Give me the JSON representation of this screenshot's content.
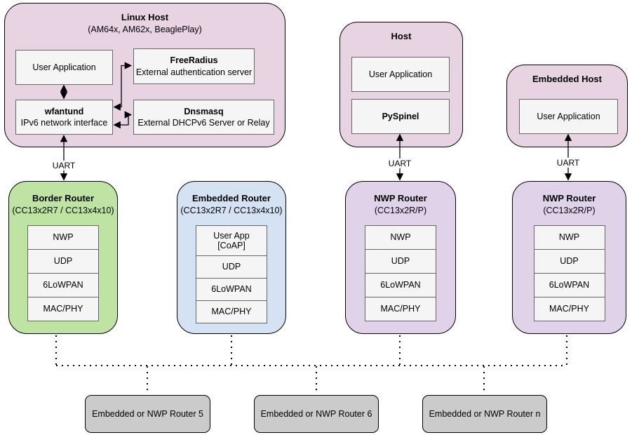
{
  "colors": {
    "host_fill": "#e7d3e1",
    "router_fill": "#e0d3e9",
    "border_router_fill": "#bfe3a3",
    "embedded_router_fill": "#d4e2f4",
    "leaf_fill": "#cbcbcb",
    "inner_box_fill": "#f5f5f5",
    "inner_box_border": "#666666",
    "outline": "#000000"
  },
  "linux_host": {
    "title": "Linux Host",
    "subtitle": "(AM64x, AM62x, BeaglePlay)",
    "user_application": "User Application",
    "freeradius": {
      "title": "FreeRadius",
      "subtitle": "External authentication server"
    },
    "wfantund": {
      "title": "wfantund",
      "subtitle": "IPv6 network interface"
    },
    "dnsmasq": {
      "title": "Dnsmasq",
      "subtitle": "External DHCPv6 Server or Relay"
    }
  },
  "host": {
    "title": "Host",
    "user_application": "User Application",
    "pyspinel": "PySpinel"
  },
  "embedded_host": {
    "title": "Embedded Host",
    "user_application": "User Application"
  },
  "connections": {
    "uart_label": "UART"
  },
  "routers": [
    {
      "title": "Border Router",
      "subtitle": "(CC13x2R7 / CC13x4x10)",
      "layers": [
        "NWP",
        "UDP",
        "6LoWPAN",
        "MAC/PHY"
      ]
    },
    {
      "title": "Embedded Router",
      "subtitle": "(CC13x2R7 / CC13x4x10)",
      "layers": [
        "User App\n[CoAP]",
        "UDP",
        "6LoWPAN",
        "MAC/PHY"
      ]
    },
    {
      "title": "NWP Router",
      "subtitle": "(CC13x2R/P)",
      "layers": [
        "NWP",
        "UDP",
        "6LoWPAN",
        "MAC/PHY"
      ]
    },
    {
      "title": "NWP Router",
      "subtitle": "(CC13x2R/P)",
      "layers": [
        "NWP",
        "UDP",
        "6LoWPAN",
        "MAC/PHY"
      ]
    }
  ],
  "leaf_nodes": [
    "Embedded or NWP Router 5",
    "Embedded or NWP Router 6",
    "Embedded or NWP Router n"
  ]
}
